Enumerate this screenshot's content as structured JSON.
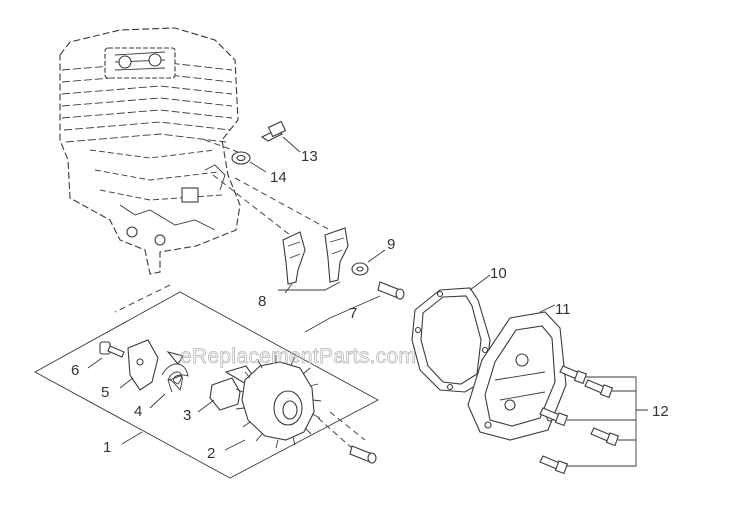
{
  "watermark": "eReplacementParts.com",
  "labels": {
    "l1": "1",
    "l2": "2",
    "l3": "3",
    "l4": "4",
    "l5": "5",
    "l6": "6",
    "l7": "7",
    "l8": "8",
    "l9": "9",
    "l10": "10",
    "l11": "11",
    "l12": "12",
    "l13": "13",
    "l14": "14"
  }
}
